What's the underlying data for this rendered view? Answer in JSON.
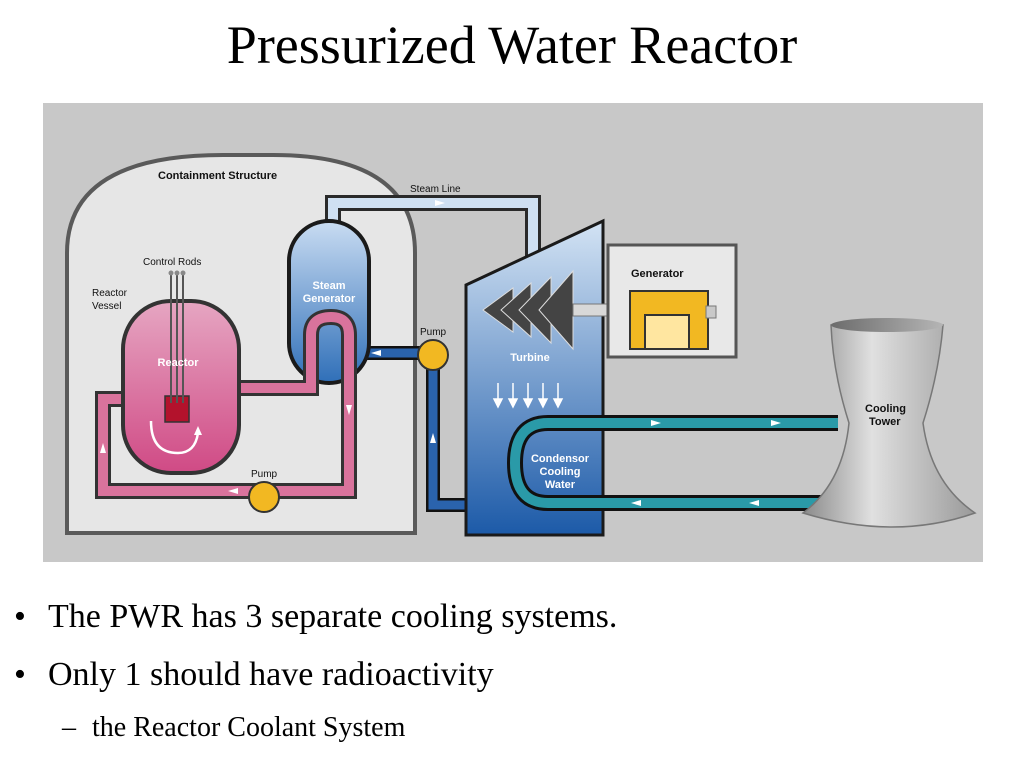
{
  "slide": {
    "title": "Pressurized Water Reactor",
    "bullet_marker": "•",
    "sub_marker": "–"
  },
  "diagram": {
    "labels": {
      "containment": "Containment Structure",
      "steam_line": "Steam Line",
      "control_rods": "Control Rods",
      "reactor_vessel_1": "Reactor",
      "reactor_vessel_2": "Vessel",
      "reactor": "Reactor",
      "steam_gen_1": "Steam",
      "steam_gen_2": "Generator",
      "pump_top": "Pump",
      "pump_bottom": "Pump",
      "generator": "Generator",
      "turbine": "Turbine",
      "condensor_1": "Condensor",
      "condensor_2": "Cooling",
      "condensor_3": "Water",
      "cooling_tower_1": "Cooling",
      "cooling_tower_2": "Tower"
    },
    "colors": {
      "background": "#c8c8c8",
      "containment": "#e6e6e6",
      "primary_loop": "#d9739c",
      "secondary_loop": "#1e5fa8",
      "tertiary_loop": "#2a9aa8",
      "steam_line": "#b8d4ee",
      "pump": "#f2b822",
      "generator": "#f2b822"
    }
  },
  "bullets": [
    {
      "text": "The PWR has 3 separate cooling systems."
    },
    {
      "text": "Only 1 should have radioactivity"
    }
  ],
  "sub_bullets": [
    {
      "text": "the Reactor Coolant System"
    }
  ]
}
